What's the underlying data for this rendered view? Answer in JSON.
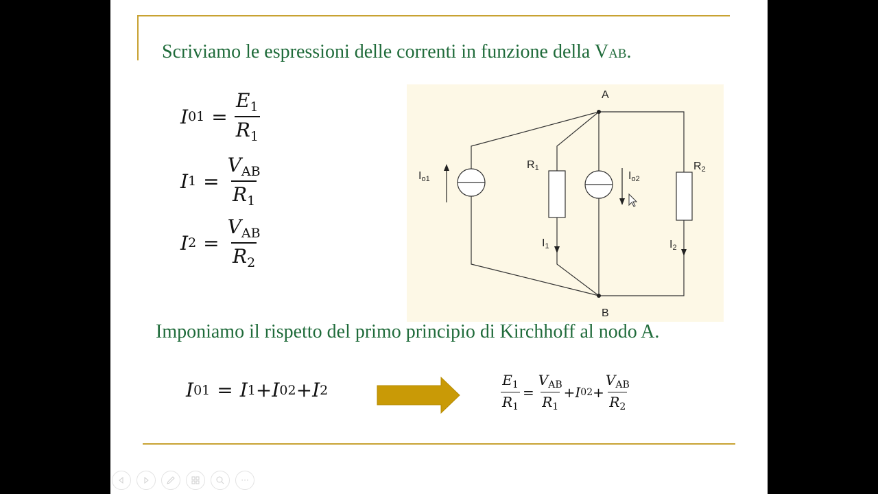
{
  "slide": {
    "title_main": "Scriviamo le espressioni delle correnti in funzione della V",
    "title_sub": "AB",
    "title_end": ".",
    "heading2": "Imponiamo il rispetto del primo principio di Kirchhoff al nodo A."
  },
  "eq1": {
    "lhs": "I",
    "lhs_sub": "01",
    "eq": "=",
    "num": "E",
    "num_sub": "1",
    "den": "R",
    "den_sub": "1"
  },
  "eq2": {
    "lhs": "I",
    "lhs_sub": "1",
    "eq": "=",
    "num": "V",
    "num_sub": "AB",
    "den": "R",
    "den_sub": "1"
  },
  "eq3": {
    "lhs": "I",
    "lhs_sub": "2",
    "eq": "=",
    "num": "V",
    "num_sub": "AB",
    "den": "R",
    "den_sub": "2"
  },
  "kirchhoff": {
    "t1": "I",
    "t1_sub": "01",
    "eq": "=",
    "t2": "I",
    "t2_sub": "1",
    "plus": "+",
    "t3": "I",
    "t3_sub": "02",
    "t4": "I",
    "t4_sub": "2"
  },
  "result": {
    "f1_num": "E",
    "f1_num_sub": "1",
    "f1_den": "R",
    "f1_den_sub": "1",
    "eq": "=",
    "f2_num": "V",
    "f2_num_sub": "AB",
    "f2_den": "R",
    "f2_den_sub": "1",
    "plus": "+",
    "mid": "I",
    "mid_sub": "02",
    "f3_num": "V",
    "f3_num_sub": "AB",
    "f3_den": "R",
    "f3_den_sub": "2"
  },
  "circuit": {
    "node_a": "A",
    "node_b": "B",
    "lbl_i01": "I",
    "lbl_i01_sub": "o1",
    "lbl_r1": "R",
    "lbl_r1_sub": "1",
    "lbl_i02": "I",
    "lbl_i02_sub": "o2",
    "lbl_r2": "R",
    "lbl_r2_sub": "2",
    "lbl_i1": "I",
    "lbl_i1_sub": "1",
    "lbl_i2": "I",
    "lbl_i2_sub": "2"
  },
  "colors": {
    "heading": "#1f6b3a",
    "rule": "#c8a232",
    "arrow": "#c99a06",
    "circuit_bg": "#fdf8e6"
  },
  "toolbar": {
    "icons": [
      "prev-icon",
      "next-icon",
      "pen-icon",
      "slides-icon",
      "zoom-icon",
      "more-icon"
    ],
    "more_label": "···"
  }
}
